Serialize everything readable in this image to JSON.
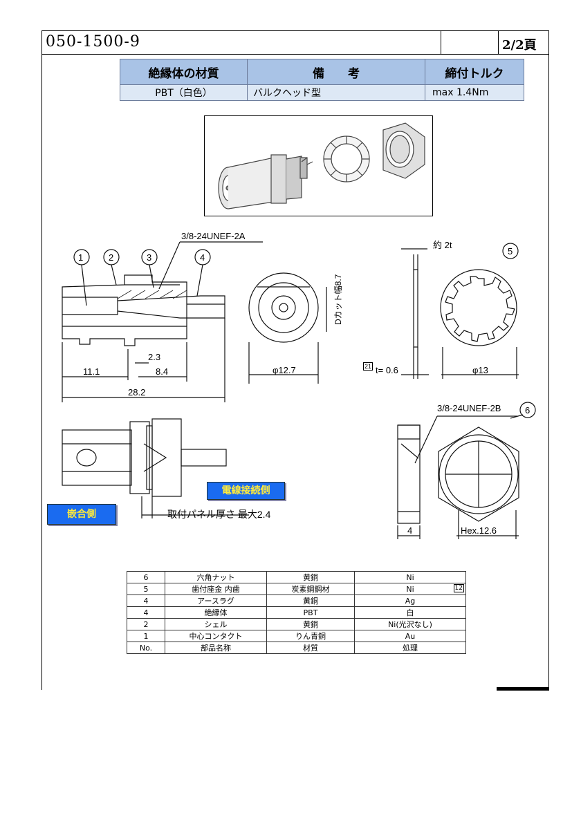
{
  "header": {
    "doc_number": "050-1500-9",
    "page": "2/2頁"
  },
  "spec_table": {
    "headers": [
      "絶縁体の材質",
      "備　　考",
      "締付トルク"
    ],
    "row": [
      "PBT（白色）",
      "バルクヘッド型",
      "max 1.4Nm"
    ]
  },
  "drawing": {
    "thread_label_a": "3/8-24UNEF-2A",
    "thread_label_b": "3/8-24UNEF-2B",
    "balloons": [
      "1",
      "2",
      "3",
      "4",
      "5",
      "6"
    ],
    "dim_11_1": "11.1",
    "dim_2_3": "2.3",
    "dim_8_4": "8.4",
    "dim_28_2": "28.2",
    "dim_d12_7": "φ12.7",
    "dcut_label": "Dカット幅8.7",
    "approx_2t": "約 2t",
    "t_label": "t= 0.6",
    "t_flag": "21",
    "dim_d13": "φ13",
    "dim_4": "4",
    "hex_label": "Hex.12.6",
    "panel_label": "取付パネル厚さ 最大2.4",
    "wire_side": "電線接続側",
    "mating_side": "嵌合側"
  },
  "parts_table": {
    "rows": [
      [
        "6",
        "六角ナット",
        "黄銅",
        "Ni",
        ""
      ],
      [
        "5",
        "歯付座金 内歯",
        "炭素鋼鋼材",
        "Ni",
        "12"
      ],
      [
        "4",
        "アースラグ",
        "黄銅",
        "Ag",
        ""
      ],
      [
        "4",
        "絶縁体",
        "PBT",
        "白",
        ""
      ],
      [
        "2",
        "シェル",
        "黄銅",
        "Ni(光沢なし)",
        ""
      ],
      [
        "1",
        "中心コンタクト",
        "りん青銅",
        "Au",
        ""
      ]
    ],
    "header": [
      "No.",
      "部品名称",
      "材質",
      "処理"
    ]
  }
}
